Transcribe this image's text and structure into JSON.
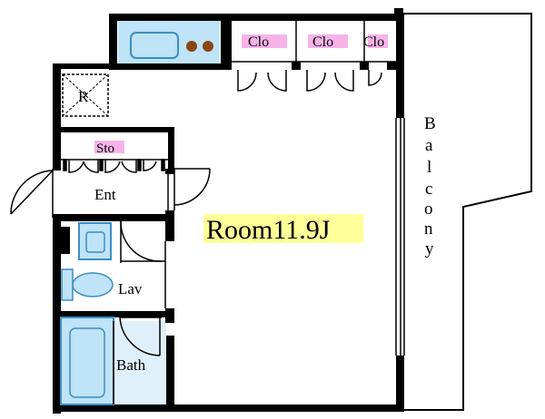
{
  "labels": {
    "closet_1": "Clo",
    "closet_2": "Clo",
    "closet_3": "Clo",
    "refrigerator": "R",
    "storage": "Sto",
    "entrance": "Ent",
    "room": "Room11.9J",
    "lavatory": "Lav",
    "bath": "Bath",
    "balcony": [
      "B",
      "a",
      "l",
      "c",
      "o",
      "n",
      "y"
    ]
  },
  "colors": {
    "wall": "#000000",
    "fixture_fill": "#bfe3f7",
    "fixture_stroke": "#3a8fc4",
    "bath_floor": "#dff0fa",
    "room_highlight": "#ffff99",
    "closet_highlight": "#f7b3e8",
    "stove_burner": "#8b4513"
  }
}
